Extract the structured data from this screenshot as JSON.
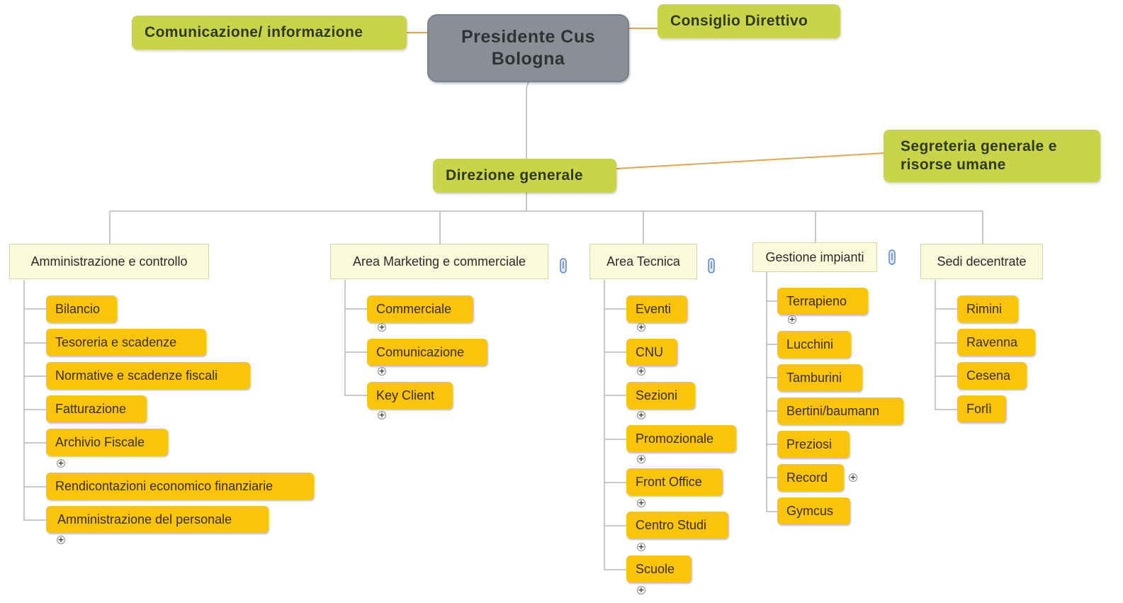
{
  "president": "Presidente Cus Bologna",
  "side_left": "Comunicazione/ informazione",
  "side_right": "Consiglio Direttivo",
  "direzione": "Direzione generale",
  "segreteria": "Segreteria generale e risorse umane",
  "areas": [
    {
      "label": "Amministrazione e controllo",
      "items": [
        "Bilancio",
        "Tesoreria e scadenze",
        "Normative e scadenze fiscali",
        "Fatturazione",
        "Archivio Fiscale",
        "Rendicontazioni economico finanziarie",
        "Amministrazione del personale"
      ]
    },
    {
      "label": "Area Marketing e commerciale",
      "items": [
        "Commerciale",
        "Comunicazione",
        "Key Client"
      ]
    },
    {
      "label": "Area Tecnica",
      "items": [
        "Eventi",
        "CNU",
        "Sezioni",
        "Promozionale",
        "Front Office",
        "Centro Studi",
        "Scuole"
      ]
    },
    {
      "label": "Gestione impianti",
      "items": [
        "Terrapieno",
        "Lucchini",
        "Tamburini",
        "Bertini/baumann",
        "Preziosi",
        "Record",
        "Gymcus"
      ]
    },
    {
      "label": "Sedi decentrate",
      "items": [
        "Rimini",
        "Ravenna",
        "Cesena",
        "Forlì"
      ]
    }
  ],
  "expand_glyph": "+",
  "colors": {
    "president": "#8a8f96",
    "green_box": "#c9d44a",
    "area_box": "#fbfbdc",
    "leaf_box": "#f9c40a",
    "connector": "#c7c7c7",
    "side_connector": "#e2a650"
  }
}
